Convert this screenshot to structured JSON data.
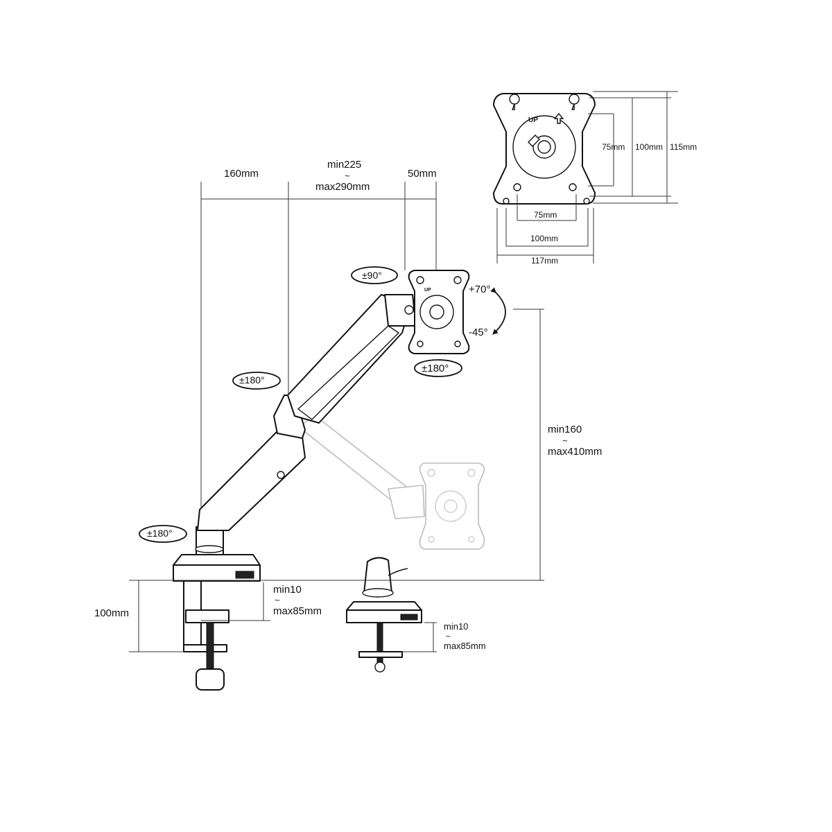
{
  "dimensions": {
    "arm_offset": "160mm",
    "reach_min": "min225",
    "tilde": "~",
    "reach_max": "max290mm",
    "head_offset": "50mm",
    "height_min": "min160",
    "height_max": "max410mm",
    "clamp_height": "100mm",
    "clamp_min": "min10",
    "clamp_max": "max85mm",
    "grommet_min": "min10",
    "grommet_max": "max85mm"
  },
  "rotations": {
    "tilt_up": "+70°",
    "tilt_down": "-45°",
    "rotate_head": "±90°",
    "swivel_head": "±180°",
    "swivel_elbow": "±180°",
    "swivel_base": "±180°"
  },
  "vesa": {
    "up_label": "UP",
    "h_75": "75mm",
    "h_100": "100mm",
    "h_117": "117mm",
    "v_75": "75mm",
    "v_100": "100mm",
    "v_115": "115mm"
  }
}
